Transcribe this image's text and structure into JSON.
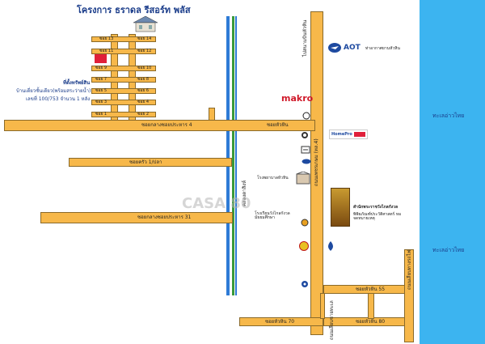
{
  "title": "โครงการ ธราดล รีสอร์ท พลัส",
  "project_label": "ที่ตั้งทรัพย์สิน",
  "project_desc": "บ้านเดี่ยวชั้นเดียว(พร้อมสระว่ายน้ำ)",
  "project_lot": "เลขที่ 100/753 จำนวน 1 หลัง",
  "soi_labels_left": [
    "ซอย 13",
    "ซอย 11",
    "ซอย 9",
    "ซอย 7",
    "ซอย 5",
    "ซอย 3",
    "ซอย 1"
  ],
  "soi_labels_right": [
    "ซอย 14",
    "ซอย 12",
    "ซอย 10",
    "ซอย 8",
    "ซอย 6",
    "ซอย 4",
    "ซอย 2"
  ],
  "roads": {
    "soi_4": "ซอยกลางซอยประหาร 4",
    "soi_nkphra": "ซอยครัว 1/ปลา",
    "soi_31": "ซอยกลางซอยประหาร 31",
    "canal": "คลองตาสิงห์",
    "main_road": "ถนนเพชรเกษม (ทล.4)",
    "bangsaen": "ซอยหัวหิน",
    "soi_55": "ซอยหัวหิน 55",
    "soi_70": "ซอยหัวหิน 70",
    "soi_80": "ซอยหัวหิน 80",
    "side_right": "ถนนเลียบทางรถไฟ",
    "side_bottom": "ถนนเลียบชายทะเล",
    "airport_road": "ไปสนามบินหัวหิน"
  },
  "landmarks": {
    "aot_logo": "AOT",
    "aot_text": "ท่าอากาศยานหัวหิน",
    "makro": "makro",
    "homepro": "HomePro",
    "hospital": "โรงพยาบาลหัวหิน",
    "school": "โรงเรียนวังไกลกังวล มัธยมศึกษา",
    "palace": "สำนักพระราชวังไกลกังวล",
    "palace_sub": "พิพิธภัณฑ์ประวัติศาสตร์ หอจดหมายเหตุ",
    "watermark": "CASA 80"
  },
  "sea_labels": [
    "ทะเลอ่าวไทย",
    "ทะเลอ่าวไทย"
  ],
  "colors": {
    "road": "#f7b84a",
    "road_border": "#8a6a2a",
    "sea": "#3cb4f0",
    "canal_blue": "#2e7bd6",
    "canal_green": "#3a9a3a",
    "house_marker": "#e0203a",
    "title": "#1a3c8a"
  }
}
